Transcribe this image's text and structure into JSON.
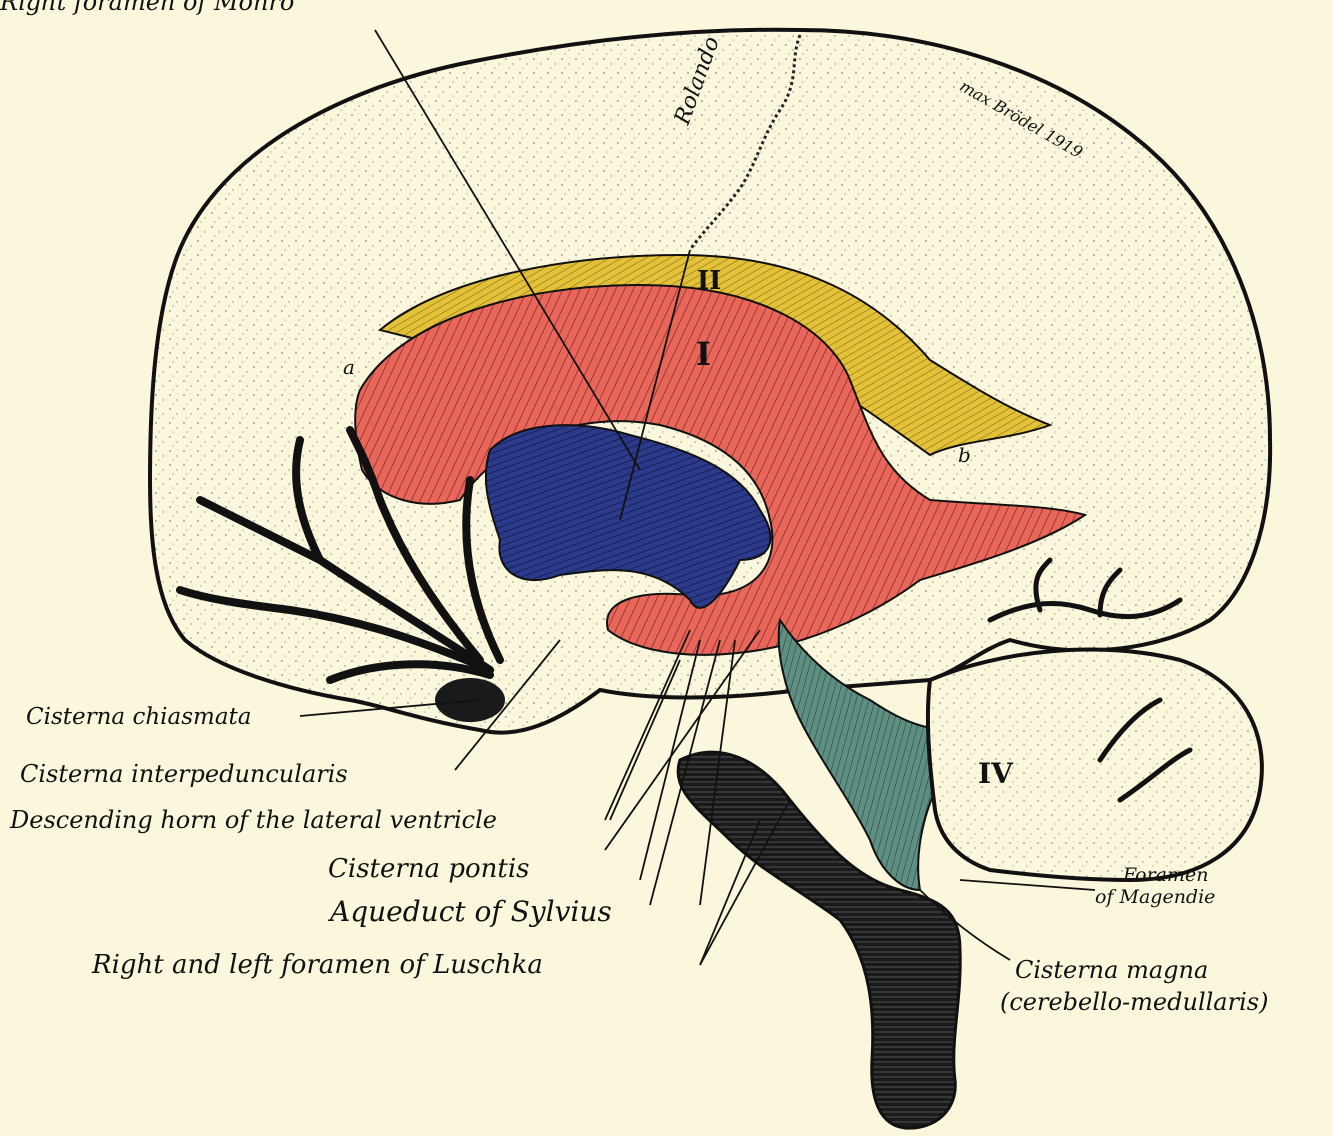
{
  "labels": {
    "monro": "Right foramen of Monro",
    "rolando": "Rolando",
    "signature": "max Brödel 1919",
    "cisterna_chiasmata": "Cisterna chiasmata",
    "cisterna_interpeduncularis": "Cisterna interpeduncularis",
    "descending_horn": "Descending horn of the lateral ventricle",
    "cisterna_pontis": "Cisterna pontis",
    "aqueduct": "Aqueduct of Sylvius",
    "luschka": "Right and left foramen of Luschka",
    "magendie_1": "Foramen",
    "magendie_2": "of Magendie",
    "magna_1": "Cisterna magna",
    "magna_2": "(cerebello-medullaris)",
    "roman_1": "I",
    "roman_2": "II",
    "roman_4": "IV",
    "letter_a": "a",
    "letter_b": "b"
  },
  "colors": {
    "paper": "#fbf7dc",
    "lateral_ventricle": "#e8675a",
    "third_ventricle": "#2c3a8a",
    "corpus_callosum": "#e3c23a",
    "fourth_ventricle": "#5e8f82",
    "ink": "#111111"
  }
}
